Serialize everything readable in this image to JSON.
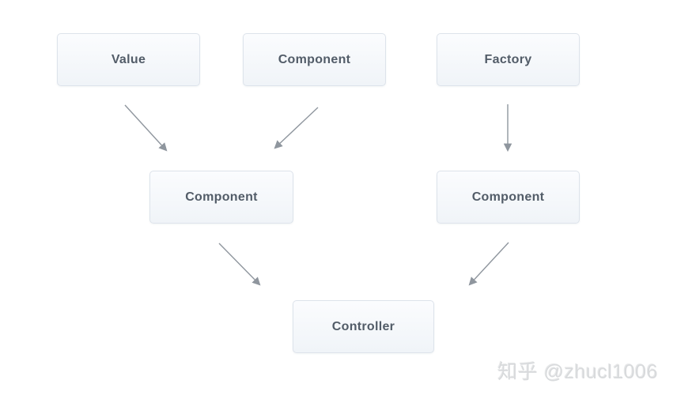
{
  "colors": {
    "background": "#ffffff",
    "node_fill_top": "#fbfcfe",
    "node_fill_bottom": "#f0f4f8",
    "node_border": "#dde3eb",
    "node_text": "#525c68",
    "arrow": "#8f969e",
    "watermark_text": "#d8dadc"
  },
  "diagram": {
    "nodes": [
      {
        "id": "value",
        "label": "Value"
      },
      {
        "id": "component-top",
        "label": "Component"
      },
      {
        "id": "factory",
        "label": "Factory"
      },
      {
        "id": "component-mid-left",
        "label": "Component"
      },
      {
        "id": "component-mid-right",
        "label": "Component"
      },
      {
        "id": "controller",
        "label": "Controller"
      }
    ],
    "edges": [
      {
        "from": "value",
        "to": "component-mid-left"
      },
      {
        "from": "component-top",
        "to": "component-mid-left"
      },
      {
        "from": "factory",
        "to": "component-mid-right"
      },
      {
        "from": "component-mid-left",
        "to": "controller"
      },
      {
        "from": "component-mid-right",
        "to": "controller"
      }
    ]
  },
  "watermark": {
    "text": "知乎 @zhucl1006"
  }
}
